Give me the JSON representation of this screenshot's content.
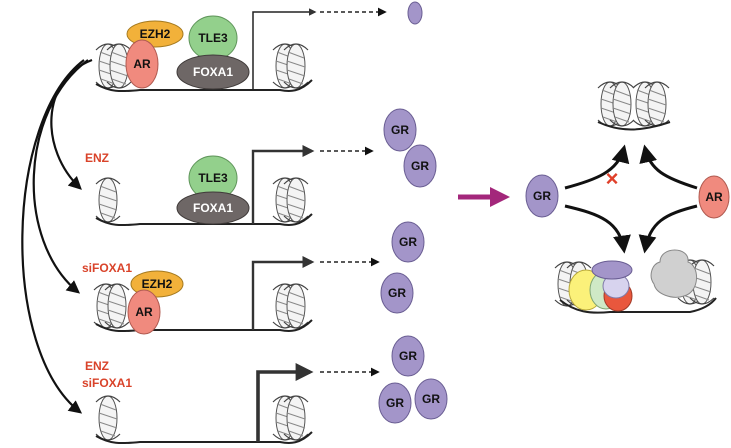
{
  "colors": {
    "ar": "#f08a7e",
    "ezh2": "#f2b13a",
    "tle3": "#93d08c",
    "foxa1": "#6e6766",
    "gr": "#a395c9",
    "treatment_text": "#d9432a",
    "magenta_arrow": "#a3277b",
    "block_mark": "#e0402a"
  },
  "proteins": {
    "ar": "AR",
    "ezh2": "EZH2",
    "tle3": "TLE3",
    "foxa1": "FOXA1",
    "gr": "GR"
  },
  "conditions": {
    "enz": "ENZ",
    "sifoxa1": "siFOXA1",
    "combo_line1": "ENZ",
    "combo_line2": "siFOXA1"
  },
  "rows": [
    {
      "condition": "",
      "complex": [
        "AR",
        "EZH2",
        "TLE3",
        "FOXA1"
      ],
      "gr_count": 1
    },
    {
      "condition": "ENZ",
      "complex": [
        "TLE3",
        "FOXA1"
      ],
      "gr_count": 2
    },
    {
      "condition": "siFOXA1",
      "complex": [
        "EZH2",
        "AR"
      ],
      "gr_count": 2
    },
    {
      "condition": "ENZ siFOXA1",
      "complex": [],
      "gr_count": 3
    }
  ],
  "right_panel": {
    "left_factor": "GR",
    "right_factor": "AR",
    "blocked_path_mark": "×"
  }
}
